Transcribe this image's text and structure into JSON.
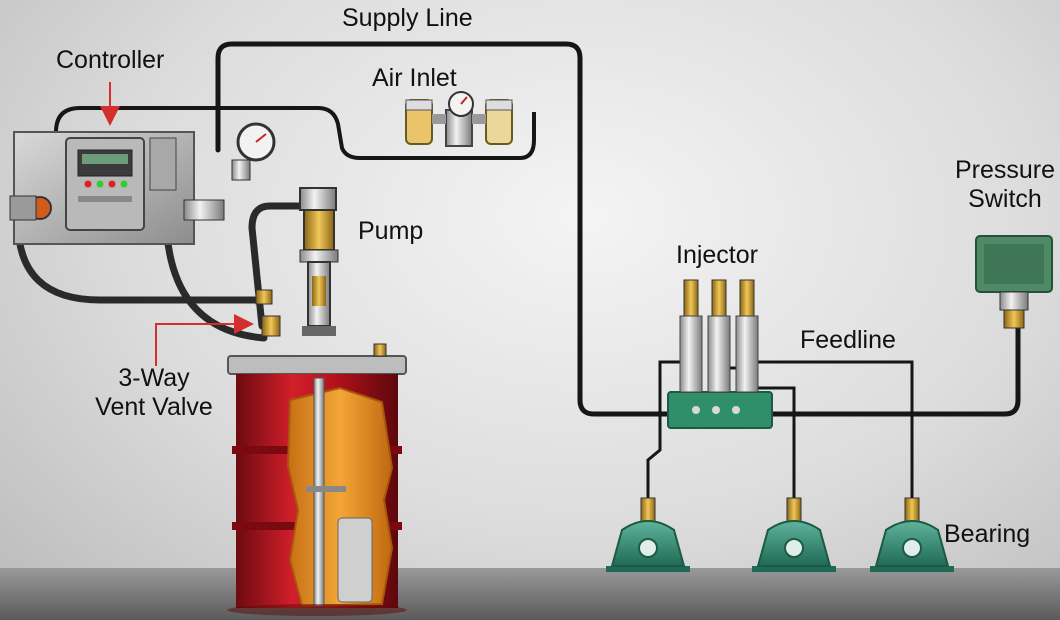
{
  "labels": {
    "supply_line": "Supply Line",
    "controller": "Controller",
    "air_inlet": "Air Inlet",
    "pressure_switch_line1": "Pressure",
    "pressure_switch_line2": "Switch",
    "pump": "Pump",
    "injector": "Injector",
    "feedline": "Feedline",
    "vent_valve_line1": "3-Way",
    "vent_valve_line2": "Vent Valve",
    "bearing": "Bearing"
  },
  "colors": {
    "background": "#e6e6e6",
    "pipe": "#161616",
    "arrow": "#d32f2f",
    "drum_red": "#b5121b",
    "grease_orange": "#e8952a",
    "injector_block": "#2f8f6a",
    "bearing_teal": "#3a8f7a",
    "brass": "#d4a73a"
  },
  "icons": [
    "controller-panel-icon",
    "pressure-gauge-icon",
    "air-filter-regulator-icon",
    "pump-icon",
    "grease-drum-icon",
    "injector-manifold-icon",
    "pressure-switch-icon",
    "pillow-block-bearing-icon"
  ]
}
